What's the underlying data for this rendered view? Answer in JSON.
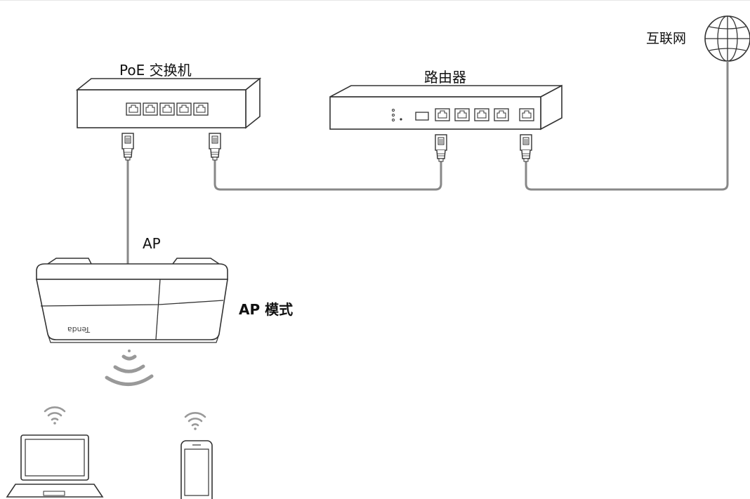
{
  "diagram": {
    "labels": {
      "poe_switch": "PoE 交换机",
      "router": "路由器",
      "internet": "互联网",
      "ap": "AP",
      "ap_mode": "AP 模式"
    },
    "ap_brand": "Tenda",
    "colors": {
      "line": "#333333",
      "cable": "#888888",
      "fill": "#ffffff",
      "wifi": "#999999"
    }
  }
}
